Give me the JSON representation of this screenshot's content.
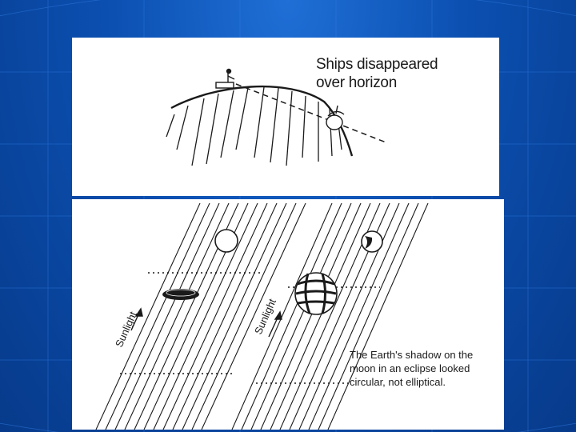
{
  "slide": {
    "background_color": "#0b4fb0",
    "grid_color": "#2f7ae0"
  },
  "top_panel": {
    "caption": "Ships disappeared\nover horizon"
  },
  "bottom_panel": {
    "sunlight_label_left": "Sunlight",
    "sunlight_label_right": "Sunlight",
    "caption": "The Earth's shadow on the\nmoon in an eclipse looked\ncircular, not elliptical."
  }
}
